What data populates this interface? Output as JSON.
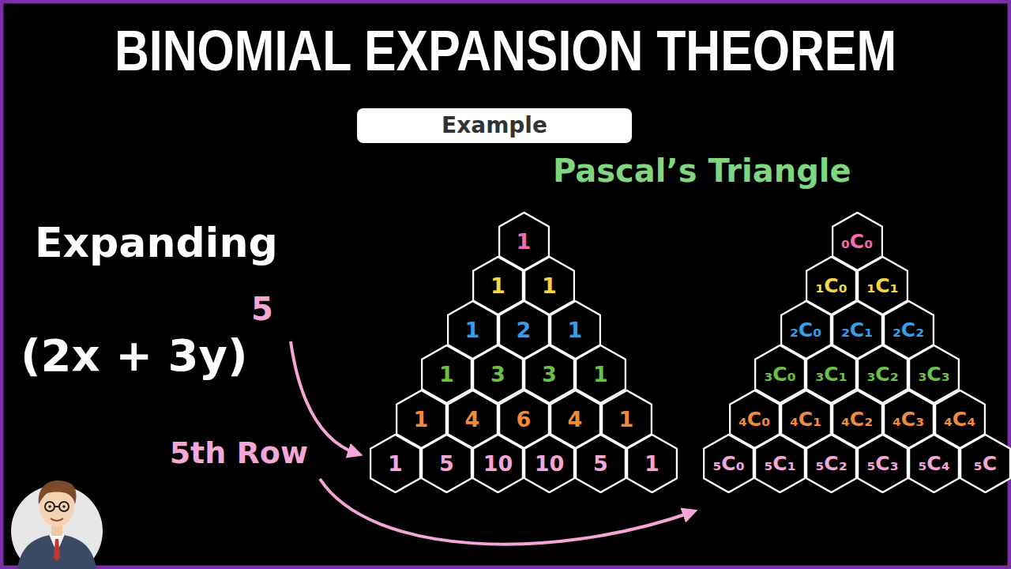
{
  "diagram": {
    "title": "BINOMIAL EXPANSION THEOREM",
    "nodes": [
      {
        "text": [
          "Example"
        ]
      },
      {
        "text": [
          "1"
        ]
      },
      {
        "text": [
          "1"
        ]
      },
      {
        "text": [
          "1"
        ]
      },
      {
        "text": [
          "1"
        ]
      },
      {
        "text": [
          "2"
        ]
      },
      {
        "text": [
          "1"
        ]
      },
      {
        "text": [
          "1"
        ]
      },
      {
        "text": [
          "3"
        ]
      },
      {
        "text": [
          "3"
        ]
      },
      {
        "text": [
          "1"
        ]
      },
      {
        "text": [
          "1"
        ]
      },
      {
        "text": [
          "4"
        ]
      },
      {
        "text": [
          "6"
        ]
      },
      {
        "text": [
          "4"
        ]
      },
      {
        "text": [
          "1"
        ]
      },
      {
        "text": [
          "1"
        ]
      },
      {
        "text": [
          "5"
        ]
      },
      {
        "text": [
          "10"
        ]
      },
      {
        "text": [
          "10"
        ]
      },
      {
        "text": [
          "5"
        ]
      },
      {
        "text": [
          "1"
        ]
      },
      {
        "text": [
          "₀C₀"
        ]
      },
      {
        "text": [
          "₁C₀"
        ]
      },
      {
        "text": [
          "₁C₁"
        ]
      },
      {
        "text": [
          "₂C₀"
        ]
      },
      {
        "text": [
          "₂C₁"
        ]
      },
      {
        "text": [
          "₂C₂"
        ]
      },
      {
        "text": [
          "₃C₀"
        ]
      },
      {
        "text": [
          "₃C₁"
        ]
      },
      {
        "text": [
          "₃C₂"
        ]
      },
      {
        "text": [
          "₃C₃"
        ]
      },
      {
        "text": [
          "₄C₀"
        ]
      },
      {
        "text": [
          "₄C₁"
        ]
      },
      {
        "text": [
          "₄C₂"
        ]
      },
      {
        "text": [
          "₄C₃"
        ]
      },
      {
        "text": [
          "₄C₄"
        ]
      },
      {
        "text": [
          "₅C₀"
        ]
      },
      {
        "text": [
          "₅C₁"
        ]
      },
      {
        "text": [
          "₅C₂"
        ]
      },
      {
        "text": [
          "₅C₃"
        ]
      },
      {
        "text": [
          "₅C₄"
        ]
      },
      {
        "text": [
          "₅C"
        ]
      }
    ],
    "labels": [
      "Pascal’s Triangle",
      "Expanding",
      "(2x + 3y)",
      "5",
      "5th Row"
    ]
  }
}
